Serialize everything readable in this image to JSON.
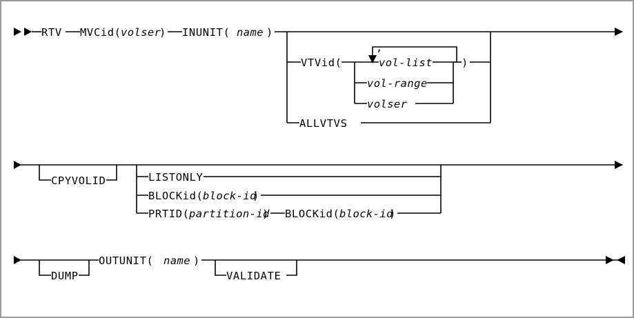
{
  "diagram": {
    "type": "railroad-syntax-diagram",
    "title": "RTV command syntax",
    "line_color": "#000000",
    "background": "#ffffff",
    "border_color": "#9a9a9a",
    "terminators": {
      "start": "►►",
      "row_continue_right": "►",
      "row_continue_left": "►",
      "end": "►◄"
    },
    "rows": [
      {
        "id": "row-1",
        "tokens": [
          {
            "name": "rtv",
            "text": "RTV",
            "kind": "keyword"
          },
          {
            "name": "mvcid",
            "text": "MVCid(",
            "kind": "keyword"
          },
          {
            "name": "volser-param",
            "text": "volser",
            "kind": "variable"
          },
          {
            "name": "mvcid-close",
            "text": ")",
            "kind": "keyword"
          },
          {
            "name": "inunit",
            "text": "INUNIT(",
            "kind": "keyword"
          },
          {
            "name": "name-param",
            "text": "name",
            "kind": "variable"
          },
          {
            "name": "inunit-close",
            "text": ")",
            "kind": "keyword"
          }
        ],
        "branches": [
          {
            "name": "vtvid",
            "text": "VTVid(",
            "kind": "keyword"
          },
          {
            "name": "vtvid-close",
            "text": ")",
            "kind": "keyword"
          },
          {
            "name": "allvtvs",
            "text": "ALLVTVS",
            "kind": "keyword"
          }
        ],
        "repeat_group": {
          "name": "vol-list-loop",
          "separator": ",",
          "alternatives": [
            {
              "name": "vol-list",
              "text": "vol-list",
              "kind": "variable"
            },
            {
              "name": "vol-range",
              "text": "vol-range",
              "kind": "variable"
            },
            {
              "name": "volser",
              "text": "volser",
              "kind": "variable"
            }
          ]
        }
      },
      {
        "id": "row-2",
        "optional": {
          "name": "cpyvolid",
          "text": "CPYVOLID",
          "kind": "keyword"
        },
        "alternatives": [
          [
            {
              "name": "listonly",
              "text": "LISTONLY",
              "kind": "keyword"
            }
          ],
          [
            {
              "name": "blockid",
              "text": "BLOCKid(",
              "kind": "keyword"
            },
            {
              "name": "block-id-param",
              "text": "block-id",
              "kind": "variable"
            },
            {
              "name": "blockid-close",
              "text": ")",
              "kind": "keyword"
            }
          ],
          [
            {
              "name": "prtid",
              "text": "PRTID(",
              "kind": "keyword"
            },
            {
              "name": "partition-id-param",
              "text": "partition-id",
              "kind": "variable"
            },
            {
              "name": "prtid-close",
              "text": ")",
              "kind": "keyword"
            },
            {
              "name": "blockid-2",
              "text": "BLOCKid(",
              "kind": "keyword"
            },
            {
              "name": "block-id-param-2",
              "text": "block-id",
              "kind": "variable"
            },
            {
              "name": "blockid-2-close",
              "text": ")",
              "kind": "keyword"
            }
          ]
        ]
      },
      {
        "id": "row-3",
        "optional_first": {
          "name": "dump",
          "text": "DUMP",
          "kind": "keyword"
        },
        "tokens": [
          {
            "name": "outunit",
            "text": "OUTUNIT(",
            "kind": "keyword"
          },
          {
            "name": "outunit-name-param",
            "text": "name",
            "kind": "variable"
          },
          {
            "name": "outunit-close",
            "text": ")",
            "kind": "keyword"
          }
        ],
        "optional_last": {
          "name": "validate",
          "text": "VALIDATE",
          "kind": "keyword"
        }
      }
    ],
    "labels": {
      "rtv": "RTV",
      "mvcid_open": "MVCid(",
      "volser_param": "volser",
      "paren_close": ")",
      "inunit_open": "INUNIT(",
      "name_param": "name",
      "vtvid_open": "VTVid(",
      "comma": ",",
      "vol_list": "vol-list",
      "vol_range": "vol-range",
      "volser": "volser",
      "allvtvs": "ALLVTVS",
      "cpyvolid": "CPYVOLID",
      "listonly": "LISTONLY",
      "blockid_open": "BLOCKid(",
      "block_id_param": "block-id",
      "prtid_open": "PRTID(",
      "partition_id_param": "partition-id",
      "dump": "DUMP",
      "outunit_open": "OUTUNIT(",
      "validate": "VALIDATE"
    }
  }
}
